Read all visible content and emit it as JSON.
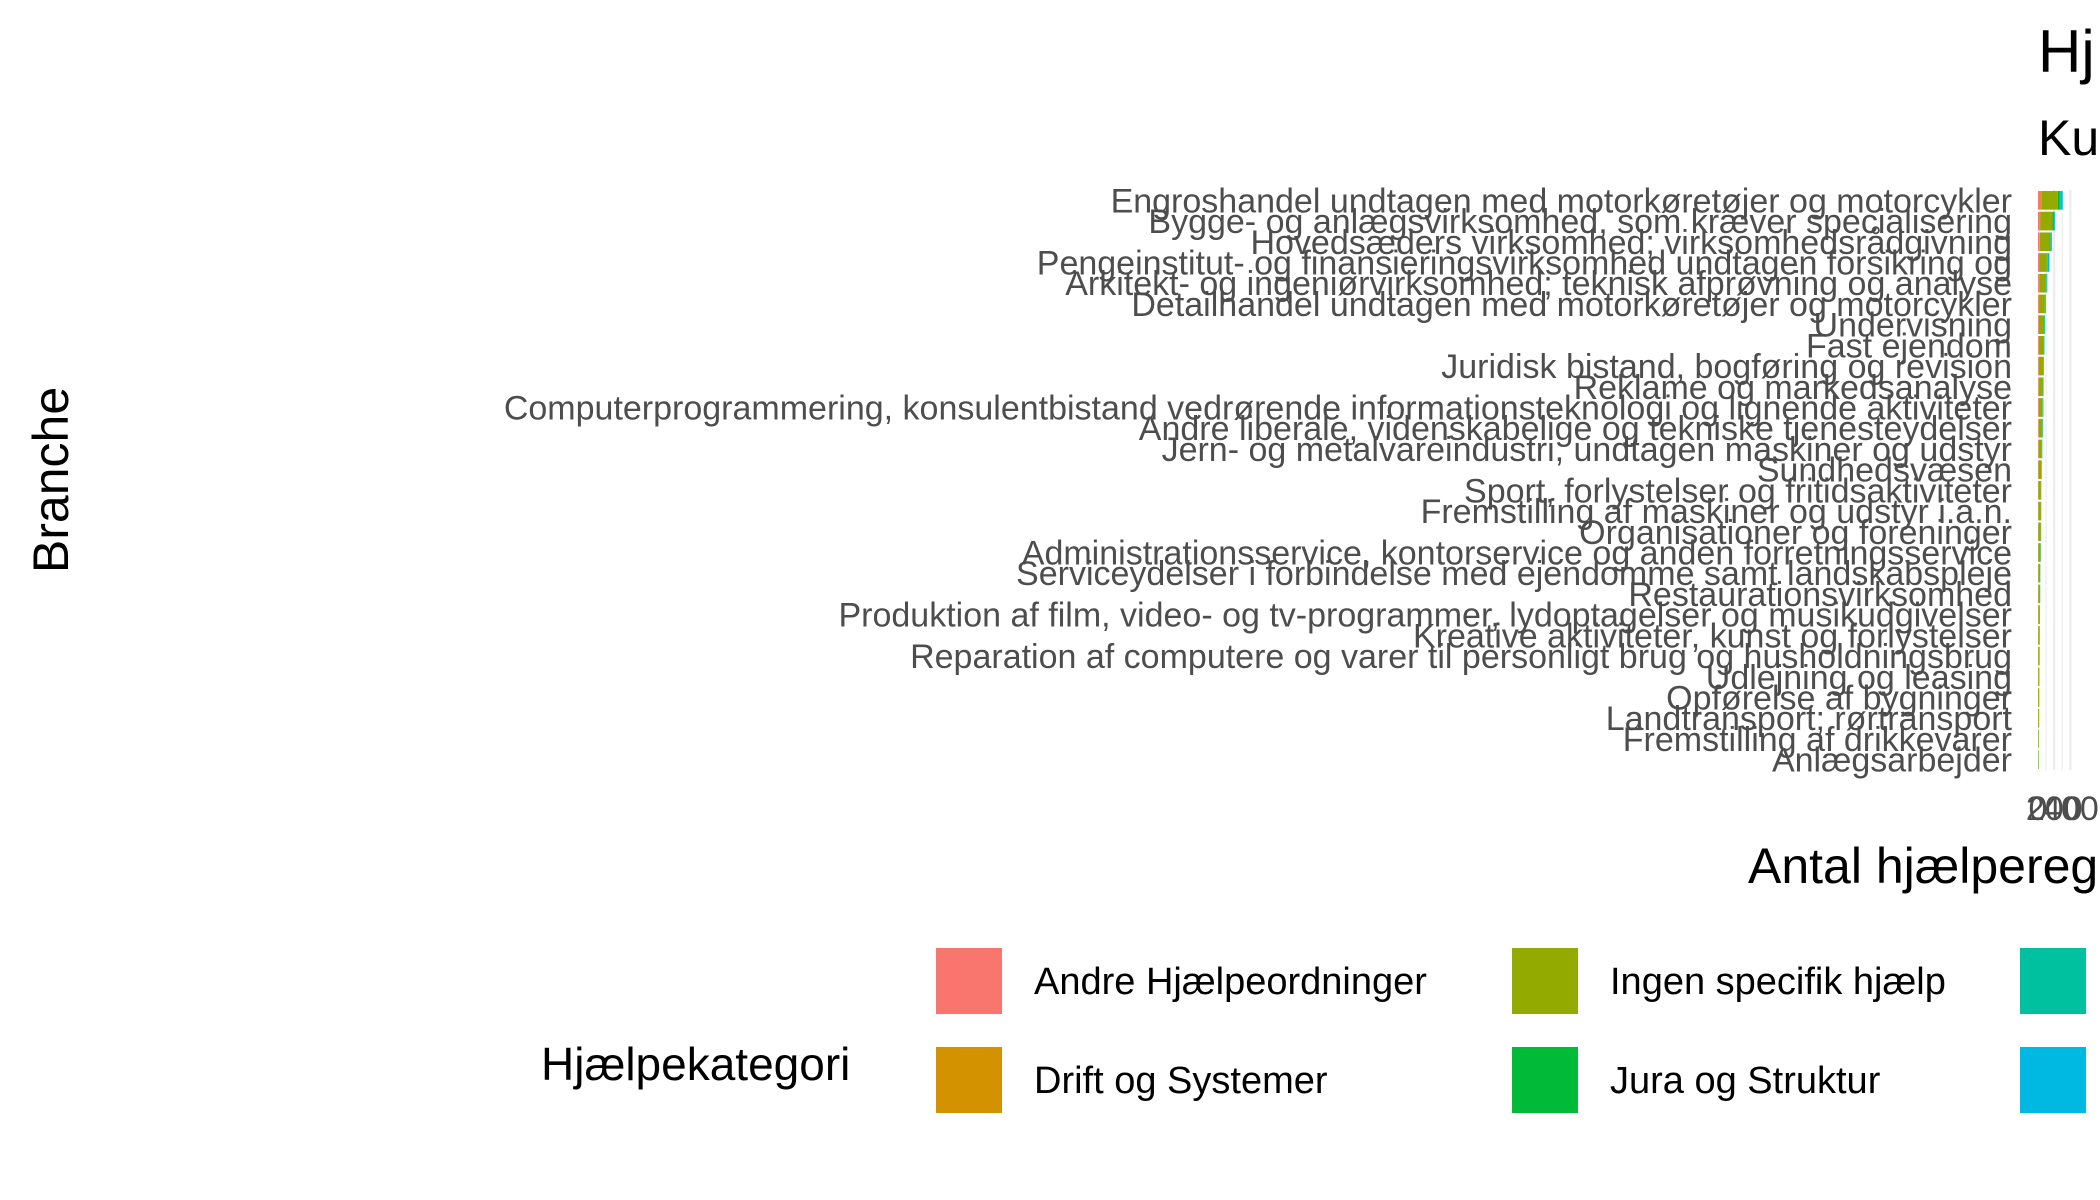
{
  "chart_data": {
    "type": "bar",
    "orientation": "horizontal",
    "stacked": true,
    "title": "Hj",
    "subtitle": "Ku",
    "xlabel": "Antal hjælpereg",
    "ylabel": "Branche",
    "x_ticks": [
      "0",
      "200",
      "400"
    ],
    "xlim": [
      0,
      420
    ],
    "grid": true,
    "legend_position": "bottom",
    "legend_title": "Hjælpekategori",
    "categories": [
      "Engroshandel undtagen med motorkøretøjer og motorcykler",
      "Bygge- og anlægsvirksomhed, som kræver specialisering",
      "Hovedsæders virksomhed; virksomhedsrådgivning",
      "Pengeinstitut- og finansieringsvirksomhed undtagen forsikring og",
      "Arkitekt- og ingeniørvirksomhed; teknisk afprøvning og analyse",
      "Detailhandel undtagen med motorkøretøjer og motorcykler",
      "Undervisning",
      "Fast ejendom",
      "Juridisk bistand, bogføring og revision",
      "Reklame og markedsanalyse",
      "Computerprogrammering, konsulentbistand vedrørende informationsteknologi og lignende aktiviteter",
      "Andre liberale, videnskabelige og tekniske tjenesteydelser",
      "Jern- og metalvareindustri, undtagen maskiner og udstyr",
      "Sundhedsvæsen",
      "Sport, forlystelser og fritidsaktiviteter",
      "Fremstilling af maskiner og udstyr i.a.n.",
      "Organisationer og foreninger",
      "Administrationsservice, kontorservice og anden forretningsservice",
      "Serviceydelser i forbindelse med ejendomme samt landskabspleje",
      "Restaurationsvirksomhed",
      "Produktion af film, video- og tv-programmer, lydoptagelser og musikudgivelser",
      "Kreative aktiviteter, kunst og forlystelser",
      "Reparation af computere og varer til personligt brug og husholdningsbrug",
      "Udlejning og leasing",
      "Opførelse af bygninger",
      "Landtransport; rørtransport",
      "Fremstilling af drikkevarer",
      "Anlægsarbejder"
    ],
    "series": [
      {
        "name": "Andre Hjælpeordninger",
        "color": "#F8766D",
        "values": [
          30,
          20,
          15,
          12,
          10,
          8,
          6,
          6,
          5,
          5,
          6,
          5,
          4,
          4,
          3,
          3,
          3,
          3,
          2,
          2,
          2,
          2,
          2,
          2,
          1,
          1,
          1,
          1
        ]
      },
      {
        "name": "Drift og Systemer",
        "color": "#D39200",
        "values": [
          15,
          10,
          8,
          6,
          6,
          5,
          4,
          4,
          4,
          3,
          3,
          3,
          3,
          2,
          2,
          2,
          2,
          2,
          2,
          2,
          2,
          1,
          1,
          1,
          1,
          1,
          1,
          1
        ]
      },
      {
        "name": "Ingen specifik hjælp",
        "color": "#93AA00",
        "values": [
          200,
          150,
          120,
          90,
          80,
          70,
          65,
          60,
          55,
          50,
          45,
          45,
          40,
          35,
          30,
          30,
          28,
          25,
          22,
          20,
          18,
          16,
          15,
          13,
          12,
          10,
          8,
          6
        ]
      },
      {
        "name": "Jura og Struktur",
        "color": "#00BA38",
        "values": [
          20,
          12,
          10,
          8,
          6,
          5,
          5,
          4,
          4,
          4,
          4,
          3,
          3,
          3,
          2,
          2,
          2,
          2,
          2,
          2,
          1,
          1,
          1,
          1,
          1,
          1,
          1,
          1
        ]
      },
      {
        "name": "",
        "color": "#00C19F",
        "values": [
          15,
          8,
          6,
          5,
          5,
          4,
          4,
          3,
          3,
          3,
          3,
          3,
          2,
          2,
          2,
          2,
          2,
          2,
          1,
          1,
          1,
          1,
          1,
          1,
          1,
          1,
          1,
          1
        ]
      },
      {
        "name": "",
        "color": "#00B9E3",
        "values": [
          25,
          10,
          12,
          20,
          8,
          6,
          4,
          4,
          3,
          5,
          6,
          4,
          2,
          2,
          2,
          2,
          2,
          2,
          1,
          1,
          1,
          1,
          1,
          1,
          1,
          1,
          1,
          1
        ]
      }
    ]
  }
}
